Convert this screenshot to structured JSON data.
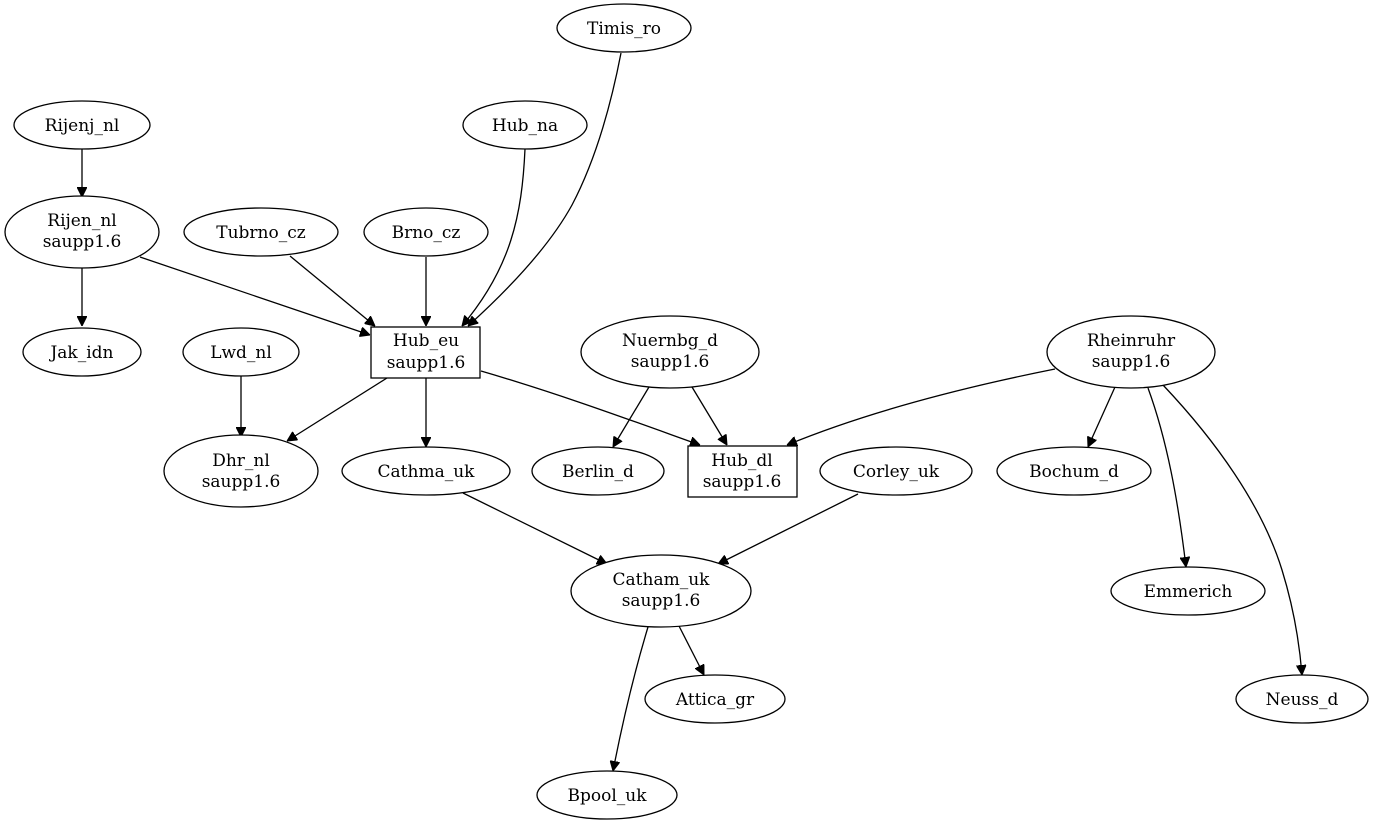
{
  "graph": {
    "nodes": [
      {
        "id": "timis_ro",
        "lines": [
          "Timis_ro"
        ]
      },
      {
        "id": "rijenj_nl",
        "lines": [
          "Rijenj_nl"
        ]
      },
      {
        "id": "hub_na",
        "lines": [
          "Hub_na"
        ]
      },
      {
        "id": "rijen_nl",
        "lines": [
          "Rijen_nl",
          "saupp1.6"
        ]
      },
      {
        "id": "tubrno_cz",
        "lines": [
          "Tubrno_cz"
        ]
      },
      {
        "id": "brno_cz",
        "lines": [
          "Brno_cz"
        ]
      },
      {
        "id": "jak_idn",
        "lines": [
          "Jak_idn"
        ]
      },
      {
        "id": "lwd_nl",
        "lines": [
          "Lwd_nl"
        ]
      },
      {
        "id": "hub_eu",
        "lines": [
          "Hub_eu",
          "saupp1.6"
        ]
      },
      {
        "id": "nuernbg_d",
        "lines": [
          "Nuernbg_d",
          "saupp1.6"
        ]
      },
      {
        "id": "rheinruhr",
        "lines": [
          "Rheinruhr",
          "saupp1.6"
        ]
      },
      {
        "id": "dhr_nl",
        "lines": [
          "Dhr_nl",
          "saupp1.6"
        ]
      },
      {
        "id": "cathma_uk",
        "lines": [
          "Cathma_uk"
        ]
      },
      {
        "id": "berlin_d",
        "lines": [
          "Berlin_d"
        ]
      },
      {
        "id": "hub_dl",
        "lines": [
          "Hub_dl",
          "saupp1.6"
        ]
      },
      {
        "id": "corley_uk",
        "lines": [
          "Corley_uk"
        ]
      },
      {
        "id": "bochum_d",
        "lines": [
          "Bochum_d"
        ]
      },
      {
        "id": "catham_uk",
        "lines": [
          "Catham_uk",
          "saupp1.6"
        ]
      },
      {
        "id": "emmerich",
        "lines": [
          "Emmerich"
        ]
      },
      {
        "id": "attica_gr",
        "lines": [
          "Attica_gr"
        ]
      },
      {
        "id": "neuss_d",
        "lines": [
          "Neuss_d"
        ]
      },
      {
        "id": "bpool_uk",
        "lines": [
          "Bpool_uk"
        ]
      }
    ],
    "edges": [
      {
        "from": "rijenj_nl",
        "to": "rijen_nl"
      },
      {
        "from": "rijen_nl",
        "to": "jak_idn"
      },
      {
        "from": "rijen_nl",
        "to": "hub_eu"
      },
      {
        "from": "tubrno_cz",
        "to": "hub_eu"
      },
      {
        "from": "brno_cz",
        "to": "hub_eu"
      },
      {
        "from": "hub_na",
        "to": "hub_eu"
      },
      {
        "from": "timis_ro",
        "to": "hub_eu"
      },
      {
        "from": "lwd_nl",
        "to": "dhr_nl"
      },
      {
        "from": "hub_eu",
        "to": "dhr_nl"
      },
      {
        "from": "hub_eu",
        "to": "cathma_uk"
      },
      {
        "from": "hub_eu",
        "to": "hub_dl"
      },
      {
        "from": "nuernbg_d",
        "to": "berlin_d"
      },
      {
        "from": "nuernbg_d",
        "to": "hub_dl"
      },
      {
        "from": "rheinruhr",
        "to": "hub_dl"
      },
      {
        "from": "rheinruhr",
        "to": "bochum_d"
      },
      {
        "from": "rheinruhr",
        "to": "emmerich"
      },
      {
        "from": "rheinruhr",
        "to": "neuss_d"
      },
      {
        "from": "cathma_uk",
        "to": "catham_uk"
      },
      {
        "from": "corley_uk",
        "to": "catham_uk"
      },
      {
        "from": "catham_uk",
        "to": "attica_gr"
      },
      {
        "from": "catham_uk",
        "to": "bpool_uk"
      }
    ]
  }
}
